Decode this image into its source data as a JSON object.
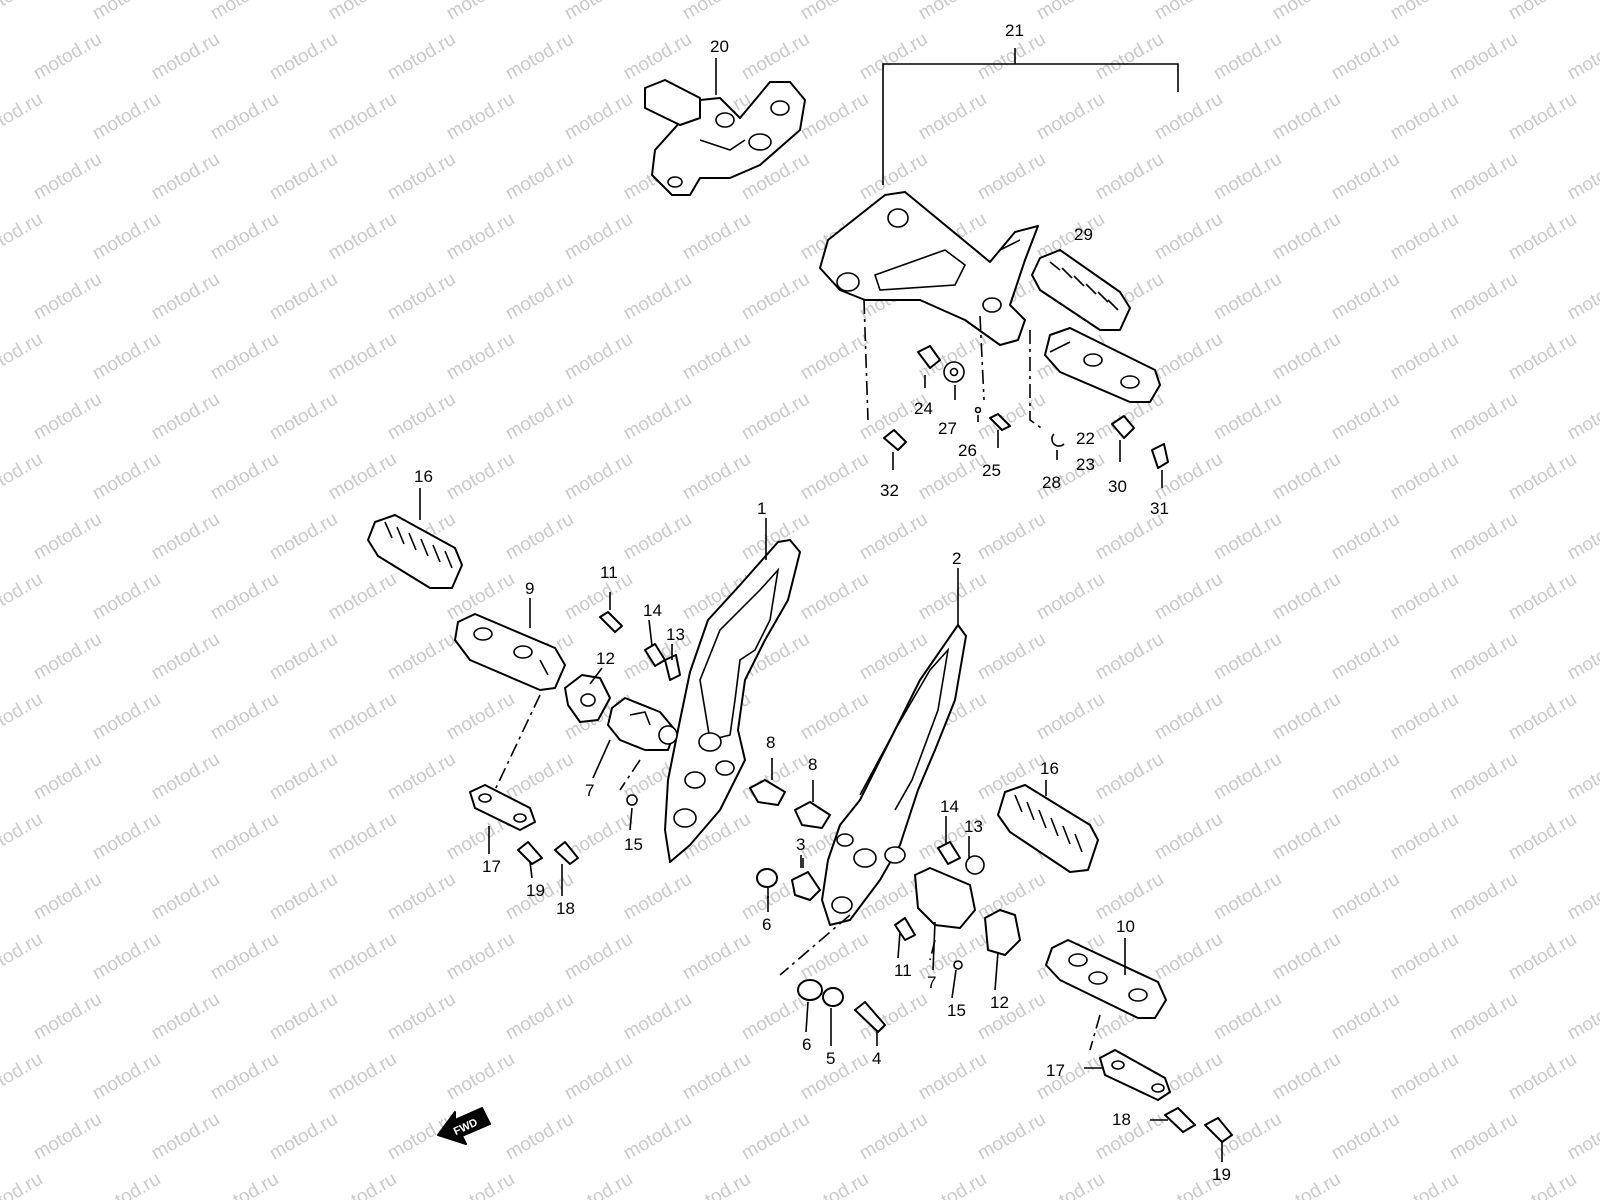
{
  "watermark": {
    "text": "motod.ru"
  },
  "fwd_label": "FWD",
  "callouts": [
    {
      "id": "c1",
      "text": "1"
    },
    {
      "id": "c2",
      "text": "2"
    },
    {
      "id": "c3",
      "text": "3"
    },
    {
      "id": "c4",
      "text": "4"
    },
    {
      "id": "c5",
      "text": "5"
    },
    {
      "id": "c6a",
      "text": "6"
    },
    {
      "id": "c6b",
      "text": "6"
    },
    {
      "id": "c7a",
      "text": "7"
    },
    {
      "id": "c7b",
      "text": "7"
    },
    {
      "id": "c8a",
      "text": "8"
    },
    {
      "id": "c8b",
      "text": "8"
    },
    {
      "id": "c9",
      "text": "9"
    },
    {
      "id": "c10",
      "text": "10"
    },
    {
      "id": "c11a",
      "text": "11"
    },
    {
      "id": "c11b",
      "text": "11"
    },
    {
      "id": "c12a",
      "text": "12"
    },
    {
      "id": "c12b",
      "text": "12"
    },
    {
      "id": "c13a",
      "text": "13"
    },
    {
      "id": "c13b",
      "text": "13"
    },
    {
      "id": "c14a",
      "text": "14"
    },
    {
      "id": "c14b",
      "text": "14"
    },
    {
      "id": "c15a",
      "text": "15"
    },
    {
      "id": "c15b",
      "text": "15"
    },
    {
      "id": "c16a",
      "text": "16"
    },
    {
      "id": "c16b",
      "text": "16"
    },
    {
      "id": "c17a",
      "text": "17"
    },
    {
      "id": "c17b",
      "text": "17"
    },
    {
      "id": "c18a",
      "text": "18"
    },
    {
      "id": "c18b",
      "text": "18"
    },
    {
      "id": "c19a",
      "text": "19"
    },
    {
      "id": "c19b",
      "text": "19"
    },
    {
      "id": "c20",
      "text": "20"
    },
    {
      "id": "c21",
      "text": "21"
    },
    {
      "id": "c22",
      "text": "22"
    },
    {
      "id": "c23",
      "text": "23"
    },
    {
      "id": "c24",
      "text": "24"
    },
    {
      "id": "c25",
      "text": "25"
    },
    {
      "id": "c26",
      "text": "26"
    },
    {
      "id": "c27",
      "text": "27"
    },
    {
      "id": "c28",
      "text": "28"
    },
    {
      "id": "c29",
      "text": "29"
    },
    {
      "id": "c30",
      "text": "30"
    },
    {
      "id": "c31",
      "text": "31"
    },
    {
      "id": "c32",
      "text": "32"
    }
  ]
}
